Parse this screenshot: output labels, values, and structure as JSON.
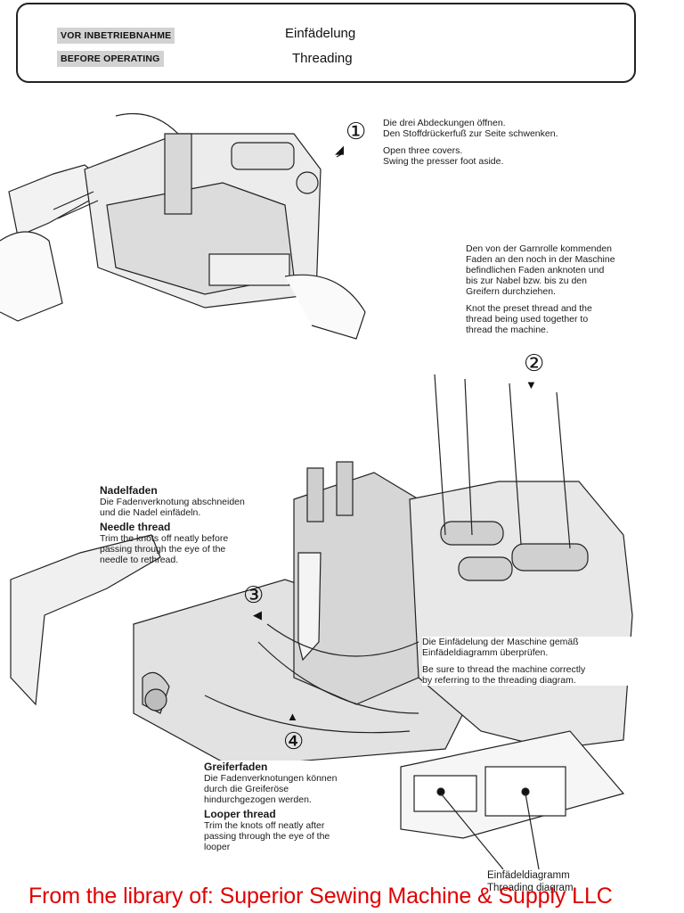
{
  "header": {
    "section_de": "VOR INBETRIEBNAHME",
    "section_en": "BEFORE OPERATING",
    "title_de": "Einfädelung",
    "title_en": "Threading"
  },
  "steps": {
    "step1": {
      "number": "①",
      "text_de": [
        "Die drei Abdeckungen öffnen.",
        "Den Stoffdrückerfuß zur Seite schwenken."
      ],
      "text_en": [
        "Open three covers.",
        "Swing the presser foot aside."
      ]
    },
    "step2": {
      "number": "②",
      "text_de": [
        "Den von der Garnrolle kommenden",
        "Faden an den noch in der Maschine",
        "befindlichen Faden anknoten und",
        "bis zur Nabel bzw. bis zu den",
        "Greifern durchziehen."
      ],
      "text_en": [
        "Knot the preset thread and the",
        "thread being used together to",
        "thread the machine."
      ]
    },
    "step3": {
      "number": "③",
      "heading_de": "Nadelfaden",
      "text_de": [
        "Die Fadenverknotung abschneiden",
        "und die Nadel einfädeln."
      ],
      "heading_en": "Needle thread",
      "text_en": [
        "Trim the knots off neatly before",
        "passing through the eye of the",
        "needle to rethread."
      ]
    },
    "step4": {
      "number": "④",
      "heading_de": "Greiferfaden",
      "text_de": [
        "Die Fadenverknotungen können",
        "durch die Greiferöse",
        "hindurchgezogen werden."
      ],
      "heading_en": "Looper thread",
      "text_en": [
        "Trim the knots off neatly after",
        "passing through the eye of the",
        "looper"
      ]
    },
    "diagram_check": {
      "text_de": [
        "Die Einfädelung der Maschine gemäß",
        "Einfädeldiagramm überprüfen."
      ],
      "text_en": [
        "Be sure to thread the machine correctly",
        "by referring to the threading diagram."
      ]
    }
  },
  "callouts": {
    "diagram_de": "Einfädeldiagramm",
    "diagram_en": "Threading diagram"
  },
  "footer": {
    "text": "From the library of: Superior Sewing Machine & Supply LLC"
  }
}
